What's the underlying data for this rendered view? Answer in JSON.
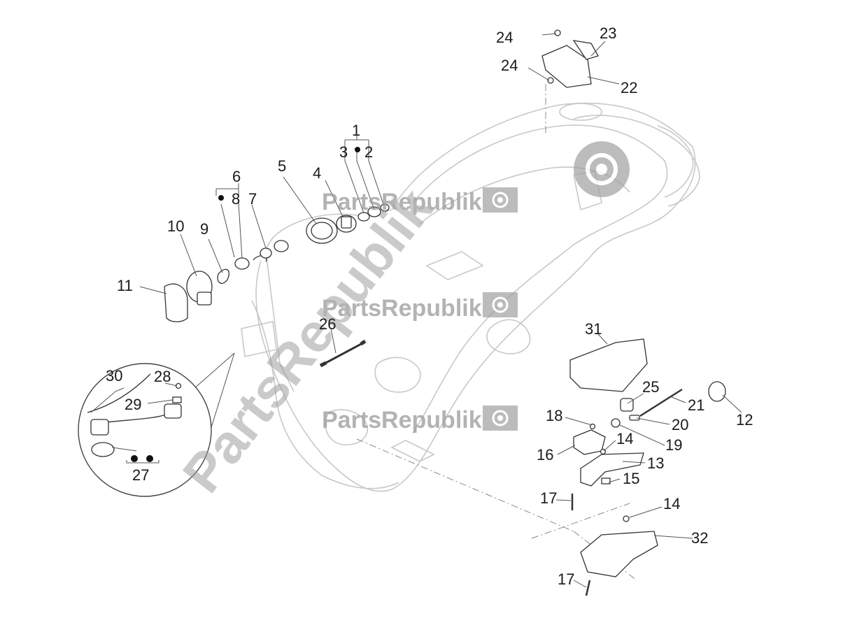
{
  "diagram": {
    "watermark": {
      "small_text": "PartsRepublik",
      "large_text": "PartsRepublik"
    },
    "callouts": [
      "1",
      "2",
      "3",
      "4",
      "5",
      "6",
      "7",
      "8",
      "9",
      "10",
      "11",
      "12",
      "13",
      "14",
      "14",
      "15",
      "16",
      "17",
      "17",
      "18",
      "19",
      "20",
      "21",
      "22",
      "23",
      "24",
      "24",
      "25",
      "26",
      "27",
      "28",
      "29",
      "30",
      "31",
      "32"
    ]
  }
}
